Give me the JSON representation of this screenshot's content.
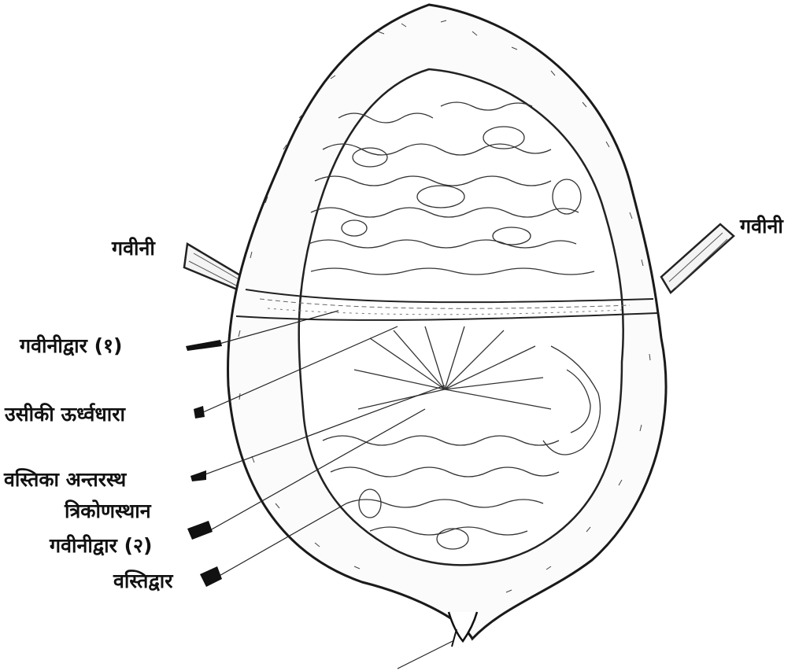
{
  "diagram": {
    "labels": {
      "left_ureter": "गवीनी",
      "right_ureter": "गवीनी",
      "ureteric_orifice_1": "गवीनीद्वार (१)",
      "interureteric_ridge": "उसीकी ऊर्ध्वधारा",
      "trigone_line1": "वस्तिका अन्तरस्थ",
      "trigone_line2": "त्रिकोणस्थान",
      "ureteric_orifice_2": "गवीनीद्वार (२)",
      "urethral_orifice": "वस्तिद्वार"
    }
  }
}
